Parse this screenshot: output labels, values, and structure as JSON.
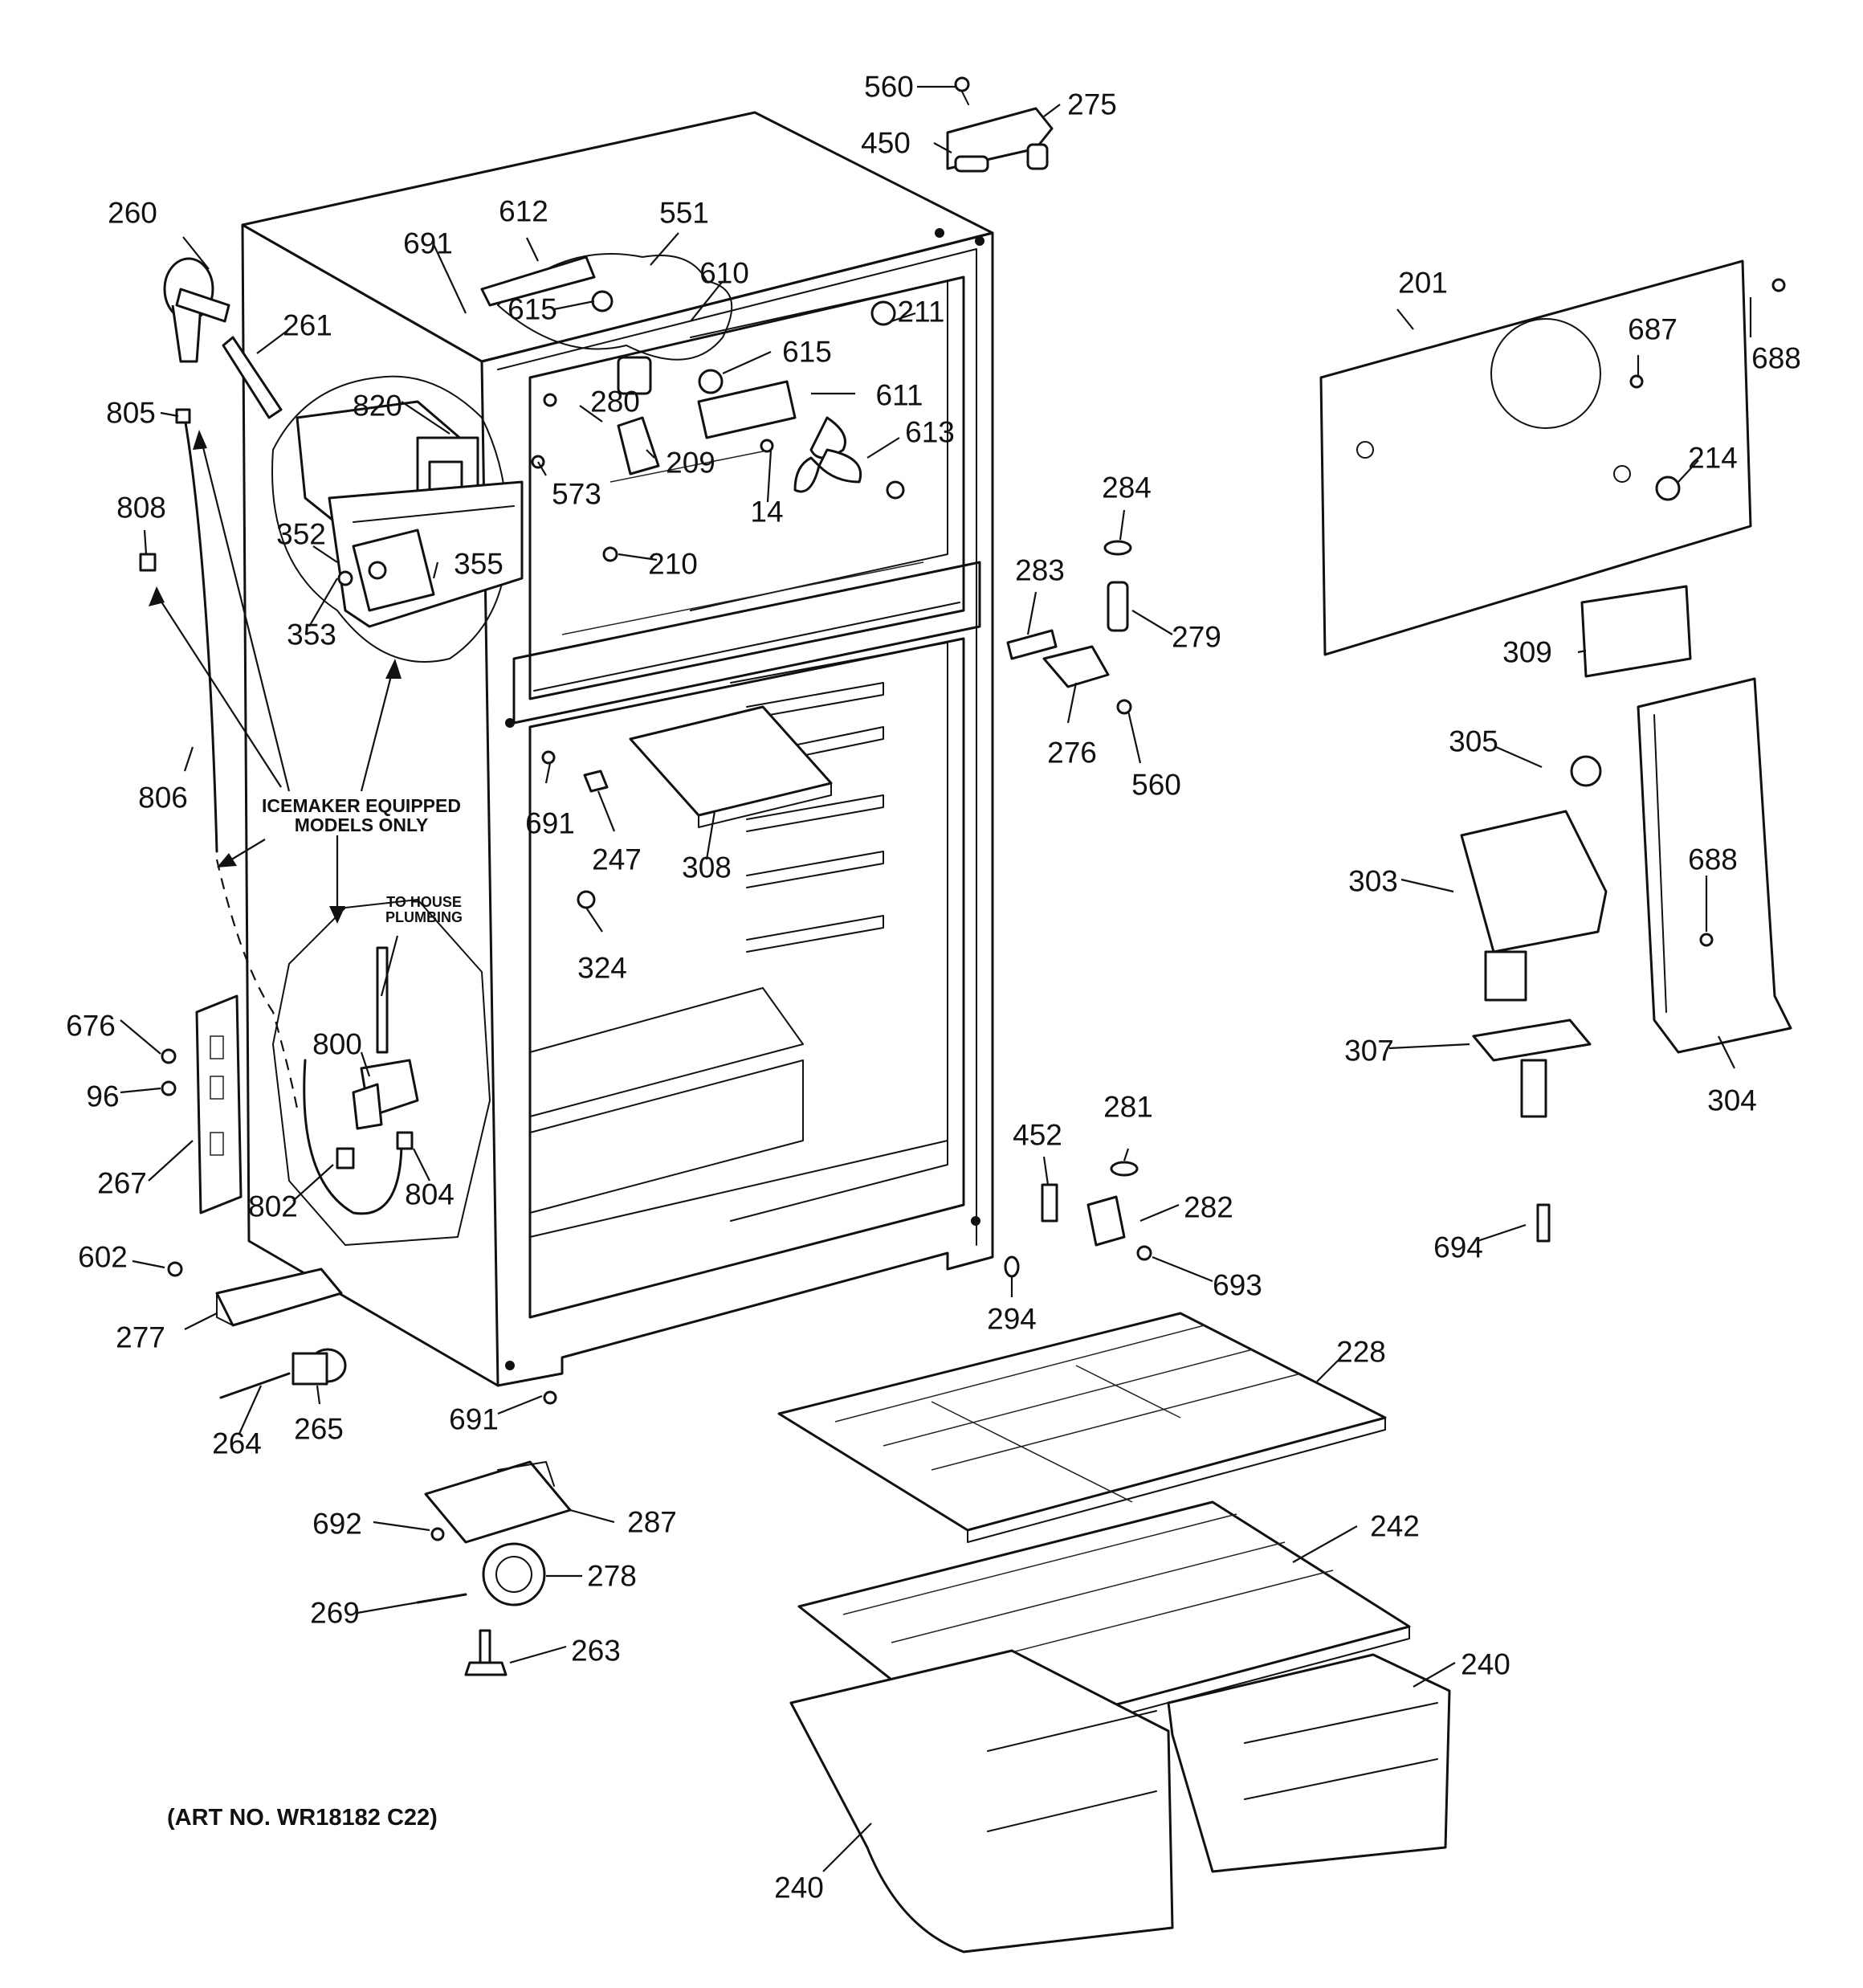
{
  "notes": {
    "icemaker_line1": "ICEMAKER EQUIPPED",
    "icemaker_line2": "MODELS ONLY",
    "plumbing_line1": "TO HOUSE",
    "plumbing_line2": "PLUMBING",
    "art_no": "(ART NO. WR18182 C22)"
  },
  "parts": {
    "p560a": "560",
    "p275": "275",
    "p450": "450",
    "p260": "260",
    "p612": "612",
    "p551": "551",
    "p691a": "691",
    "p610": "610",
    "p615a": "615",
    "p211": "211",
    "p261": "261",
    "p615b": "615",
    "p611": "611",
    "p201": "201",
    "p687": "687",
    "p688a": "688",
    "p805": "805",
    "p820": "820",
    "p280": "280",
    "p613": "613",
    "p209": "209",
    "p573": "573",
    "p14": "14",
    "p214": "214",
    "p808": "808",
    "p284": "284",
    "p352": "352",
    "p355": "355",
    "p210": "210",
    "p283": "283",
    "p279": "279",
    "p353": "353",
    "p309": "309",
    "p276": "276",
    "p305": "305",
    "p560b": "560",
    "p806": "806",
    "p691b": "691",
    "p247": "247",
    "p308": "308",
    "p303": "303",
    "p688b": "688",
    "p324": "324",
    "p676": "676",
    "p800": "800",
    "p307": "307",
    "p96": "96",
    "p304": "304",
    "p452": "452",
    "p281": "281",
    "p267": "267",
    "p804": "804",
    "p282": "282",
    "p802": "802",
    "p694": "694",
    "p602": "602",
    "p693": "693",
    "p294": "294",
    "p277": "277",
    "p228": "228",
    "p691c": "691",
    "p264": "264",
    "p265": "265",
    "p692": "692",
    "p287": "287",
    "p242": "242",
    "p278": "278",
    "p269": "269",
    "p263": "263",
    "p240a": "240",
    "p240b": "240"
  }
}
